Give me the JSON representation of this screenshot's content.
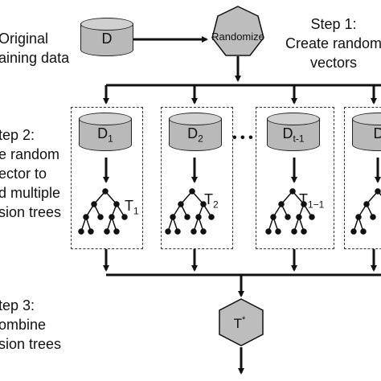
{
  "left_text": {
    "original": "Original\naining data",
    "step2": "tep 2:\ne random\nector to\nd multiple\nsion trees",
    "step3": "tep 3:\nombine\nsion trees"
  },
  "step1_text": "Step 1:\nCreate random\nvectors",
  "nodes": {
    "data": "D",
    "randomize": "Randomize",
    "combine_base": "T",
    "combine_sup": "*"
  },
  "subsets": [
    {
      "base": "D",
      "sub": "1",
      "tree_base": "T",
      "tree_sub": "1"
    },
    {
      "base": "D",
      "sub": "2",
      "tree_base": "T",
      "tree_sub": "2"
    },
    {
      "base": "D",
      "sub": "t-1",
      "tree_base": "T",
      "tree_sub": "1−1"
    },
    {
      "base": "D",
      "sub": "",
      "tree_base": "",
      "tree_sub": ""
    }
  ],
  "ellipsis": "• • •",
  "colors": {
    "shape_fill": "#bdbdbd",
    "stroke": "#111111"
  }
}
